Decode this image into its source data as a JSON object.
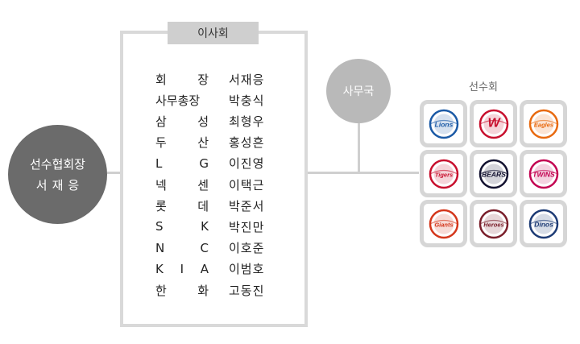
{
  "president": {
    "title": "선수협회장",
    "name": "서재응"
  },
  "board": {
    "title": "이사회",
    "members": [
      {
        "role": [
          "회",
          "장"
        ],
        "name": "서재응"
      },
      {
        "role": [
          "사무총장"
        ],
        "name": "박충식"
      },
      {
        "role": [
          "삼",
          "성"
        ],
        "name": "최형우"
      },
      {
        "role": [
          "두",
          "산"
        ],
        "name": "홍성흔"
      },
      {
        "role": [
          "L",
          "G"
        ],
        "name": "이진영"
      },
      {
        "role": [
          "넥",
          "센"
        ],
        "name": "이택근"
      },
      {
        "role": [
          "롯",
          "데"
        ],
        "name": "박준서"
      },
      {
        "role": [
          "S",
          "K"
        ],
        "name": "박진만"
      },
      {
        "role": [
          "N",
          "C"
        ],
        "name": "이호준"
      },
      {
        "role": [
          "K",
          "I",
          "A"
        ],
        "name": "이범호"
      },
      {
        "role": [
          "한",
          "화"
        ],
        "name": "고동진"
      }
    ]
  },
  "secretariat": {
    "label": "사무국"
  },
  "players_association": {
    "label": "선수회",
    "teams": [
      {
        "icon": "lions-logo-icon",
        "text": "Lions",
        "color": "#1b5aa6"
      },
      {
        "icon": "wyverns-logo-icon",
        "text": "W",
        "color": "#c8102e"
      },
      {
        "icon": "eagles-logo-icon",
        "text": "Eagles",
        "color": "#e86a10"
      },
      {
        "icon": "tigers-logo-icon",
        "text": "Tigers",
        "color": "#c8102e"
      },
      {
        "icon": "bears-logo-icon",
        "text": "BEARS",
        "color": "#131230"
      },
      {
        "icon": "twins-logo-icon",
        "text": "TWINS",
        "color": "#c30452"
      },
      {
        "icon": "giants-logo-icon",
        "text": "Giants",
        "color": "#d4371c"
      },
      {
        "icon": "heroes-logo-icon",
        "text": "Heroes",
        "color": "#7a1f2b"
      },
      {
        "icon": "dinos-logo-icon",
        "text": "Dinos",
        "color": "#1d3b75"
      }
    ]
  }
}
